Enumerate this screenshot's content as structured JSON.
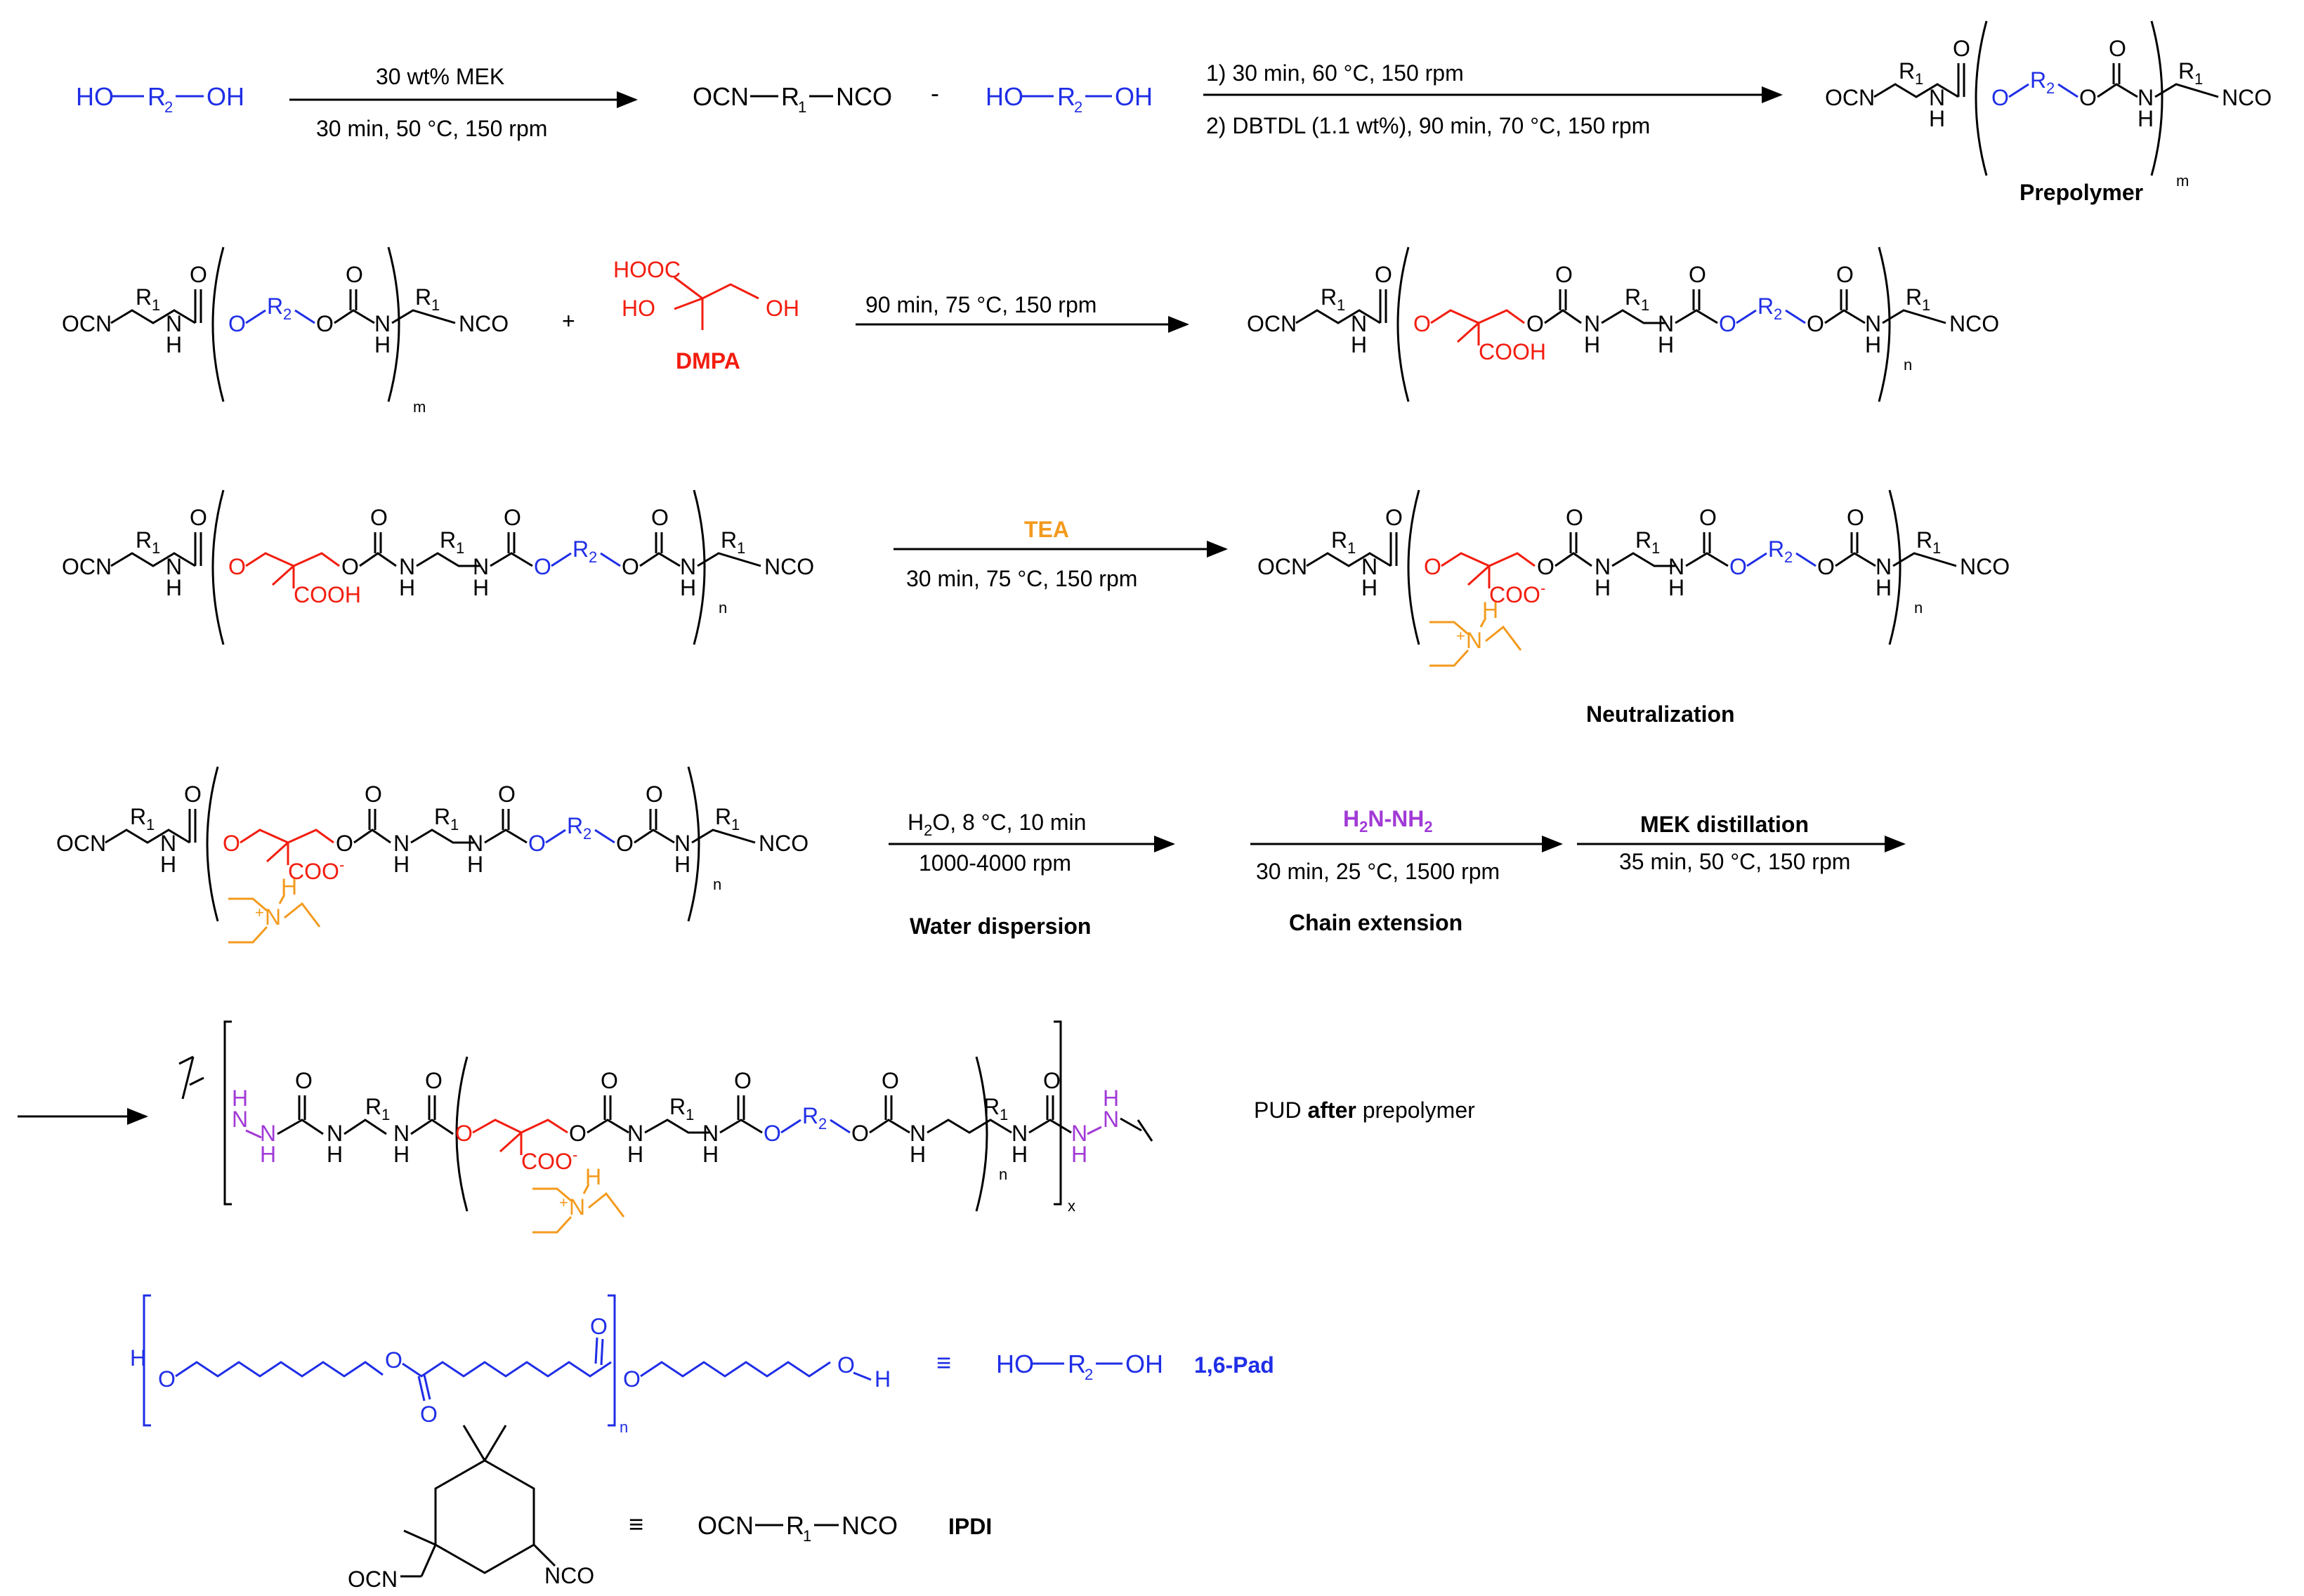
{
  "colors": {
    "black": "#000000",
    "polyol_blue": "#1f2ee6",
    "dmpa_red": "#f21d0f",
    "tea_orange": "#f39a1d",
    "hydrazine_purple": "#a13ad6"
  },
  "atoms": {
    "ho": "HO",
    "oh": "OH",
    "r": "R",
    "sub1": "1",
    "sub2": "2",
    "ocn": "OCN",
    "nco": "NCO",
    "n": "N",
    "h": "H",
    "o": "O",
    "plus": "+",
    "minus": "-",
    "cooh": "COOH",
    "coo": "COO",
    "hooc": "HOOC",
    "m": "m",
    "n_idx": "n",
    "x": "x",
    "dash": "-",
    "plus_sign": "+",
    "equiv": "≡"
  },
  "step1": {
    "top": "30 wt% MEK",
    "bottom": "30 min, 50 °C, 150 rpm"
  },
  "step2": {
    "line1": "1) 30 min, 60 °C, 150 rpm",
    "line2": "2) DBTDL (1.1 wt%), 90 min, 70 °C, 150 rpm"
  },
  "labels": {
    "prepolymer": "Prepolymer",
    "dmpa": "DMPA",
    "tea": "TEA",
    "neutralization": "Neutralization",
    "water_dispersion": "Water dispersion",
    "chain_extension": "Chain extension",
    "mek_distillation": "MEK distillation",
    "pud_pre": "PUD ",
    "pud_bold": "after",
    "pud_post": " prepolymer",
    "pad": "1,6-Pad",
    "ipdi": "IPDI"
  },
  "step3": {
    "conditions": "90 min, 75 °C, 150 rpm"
  },
  "step4": {
    "conditions": "30 min, 75 °C, 150 rpm"
  },
  "step5": {
    "line1_pre": "H",
    "line1_sub": "2",
    "line1_post": "O, 8 °C, 10 min",
    "line2": "1000-4000 rpm"
  },
  "step6": {
    "h": "H",
    "sub": "2",
    "mid": "N-NH",
    "conditions": "30 min, 25 °C, 1500 rpm"
  },
  "step7": {
    "conditions": "35 min, 50 °C, 150 rpm"
  }
}
